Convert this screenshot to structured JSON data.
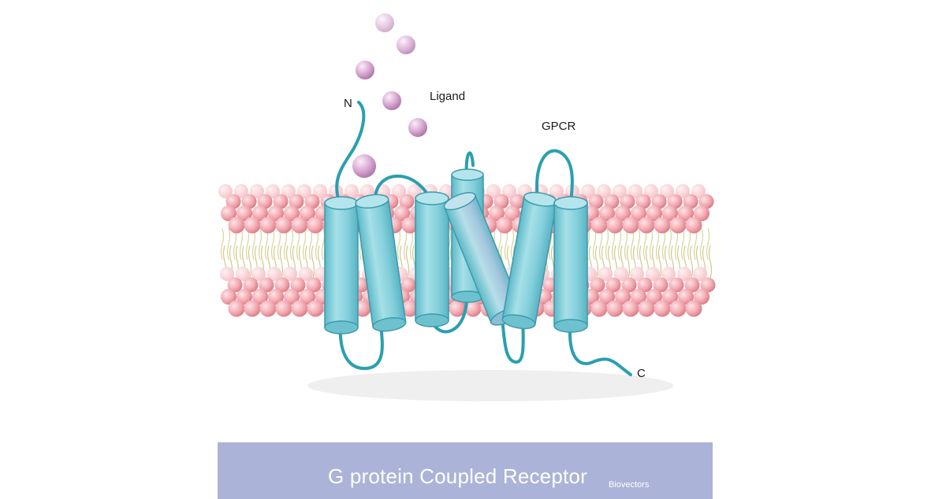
{
  "labels": {
    "ligand": "Ligand",
    "gpcr": "GPCR",
    "n_terminus": "N",
    "c_terminus": "C"
  },
  "caption": {
    "title": "G protein Coupled Receptor",
    "credit": "Biovectors"
  },
  "colors": {
    "helix": "#7ecfdc",
    "helix_cap": "#a9e2ea",
    "loop": "#2a9fb0",
    "lipid_head": "#f3a9b1",
    "lipid_tail": "#d8d49a",
    "ligand": "#d9a8d2",
    "caption_bg": "#acb3d8"
  },
  "diagram": {
    "helix_count": 7,
    "ligand_count": 6
  }
}
